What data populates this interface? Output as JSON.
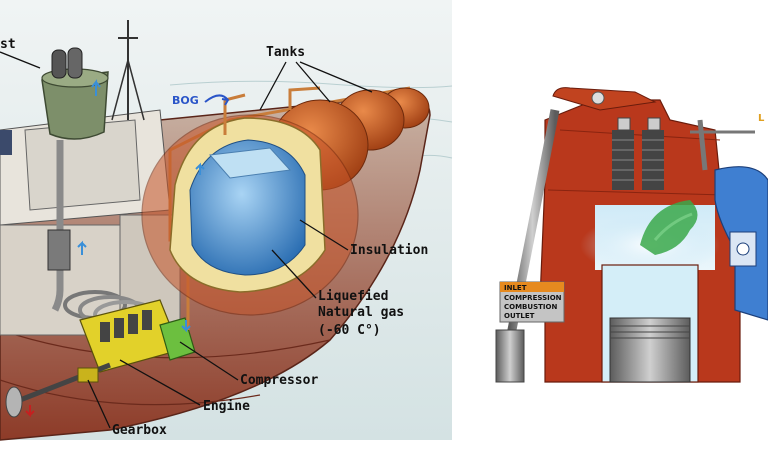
{
  "ship_diagram": {
    "labels": {
      "funnel_partial": "st",
      "tanks": "Tanks",
      "bog": "BOG",
      "insulation": "Insulation",
      "lng_line1": "Liquefied",
      "lng_line2": "Natural gas",
      "lng_line3": "(-60 C°)",
      "compressor": "Compressor",
      "engine": "Engine",
      "gearbox": "Gearbox"
    }
  },
  "engine_diagram": {
    "cycle_sign": [
      "INLET",
      "COMPRESSION",
      "COMBUSTION",
      "OUTLET"
    ],
    "edge_label_partial": "L"
  },
  "colors": {
    "sea": "#dfe9ea",
    "tank_orange": "#c95a1f",
    "hull_red": "#a9432c",
    "lng_blue": "#3f86c8",
    "insulation_yellow": "#f0e0a0",
    "engine_red": "#b9381c",
    "exhaust_blue": "#3f7fd1",
    "gas_green": "#3aa84a",
    "sign_orange": "#e68a1f"
  }
}
